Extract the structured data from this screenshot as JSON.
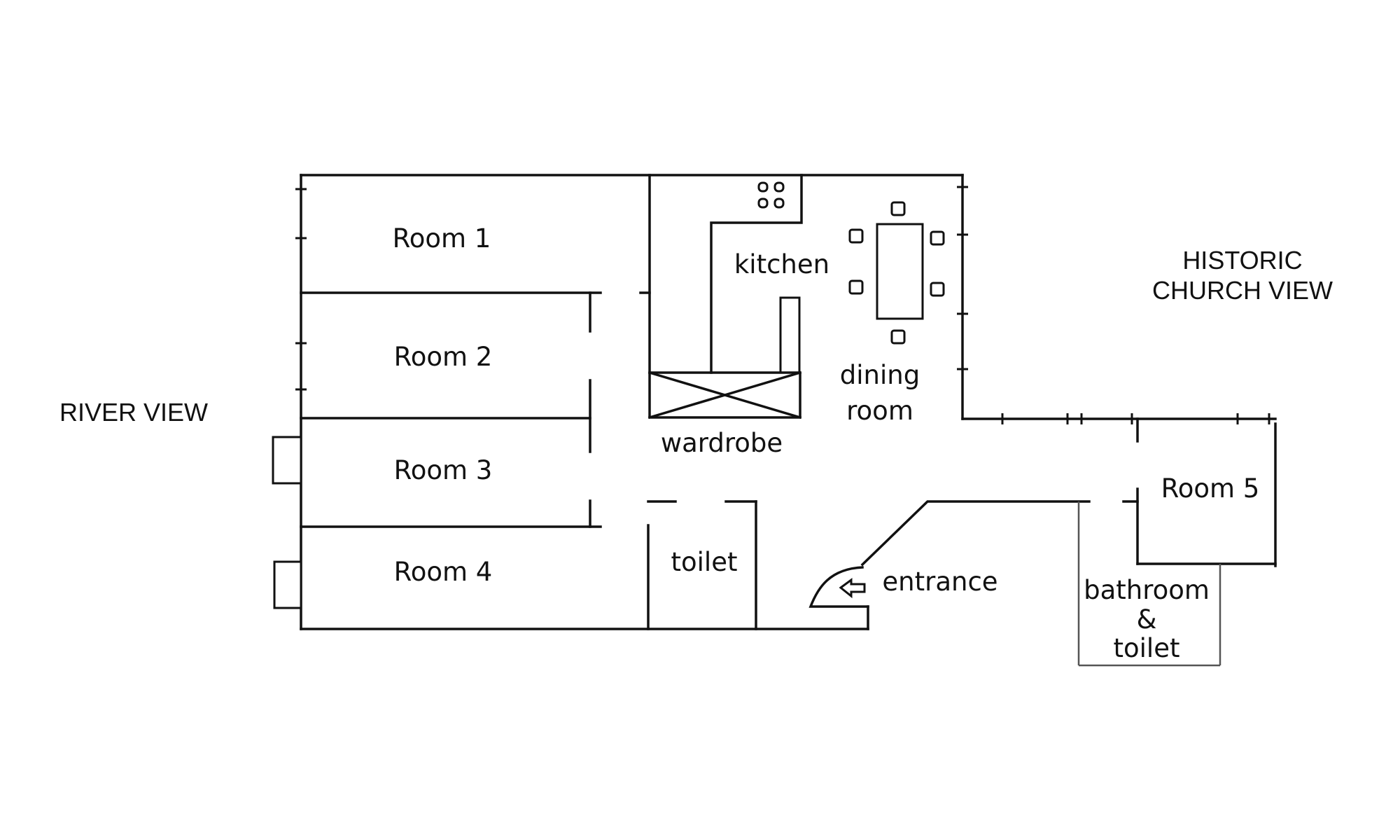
{
  "labels": {
    "river_view": "RIVER VIEW",
    "church_view_line1": "HISTORIC",
    "church_view_line2": "CHURCH VIEW",
    "room1": "Room 1",
    "room2": "Room 2",
    "room3": "Room 3",
    "room4": "Room 4",
    "room5": "Room 5",
    "kitchen": "kitchen",
    "dining_line1": "dining",
    "dining_line2": "room",
    "wardrobe": "wardrobe",
    "toilet": "toilet",
    "entrance": "entrance",
    "bathroom_line1": "bathroom",
    "bathroom_line2": "&",
    "bathroom_line3": "toilet"
  },
  "icons": {
    "entrance": "arrow-left-icon",
    "stove": "stove-burners-icon",
    "table": "dining-table-icon"
  }
}
